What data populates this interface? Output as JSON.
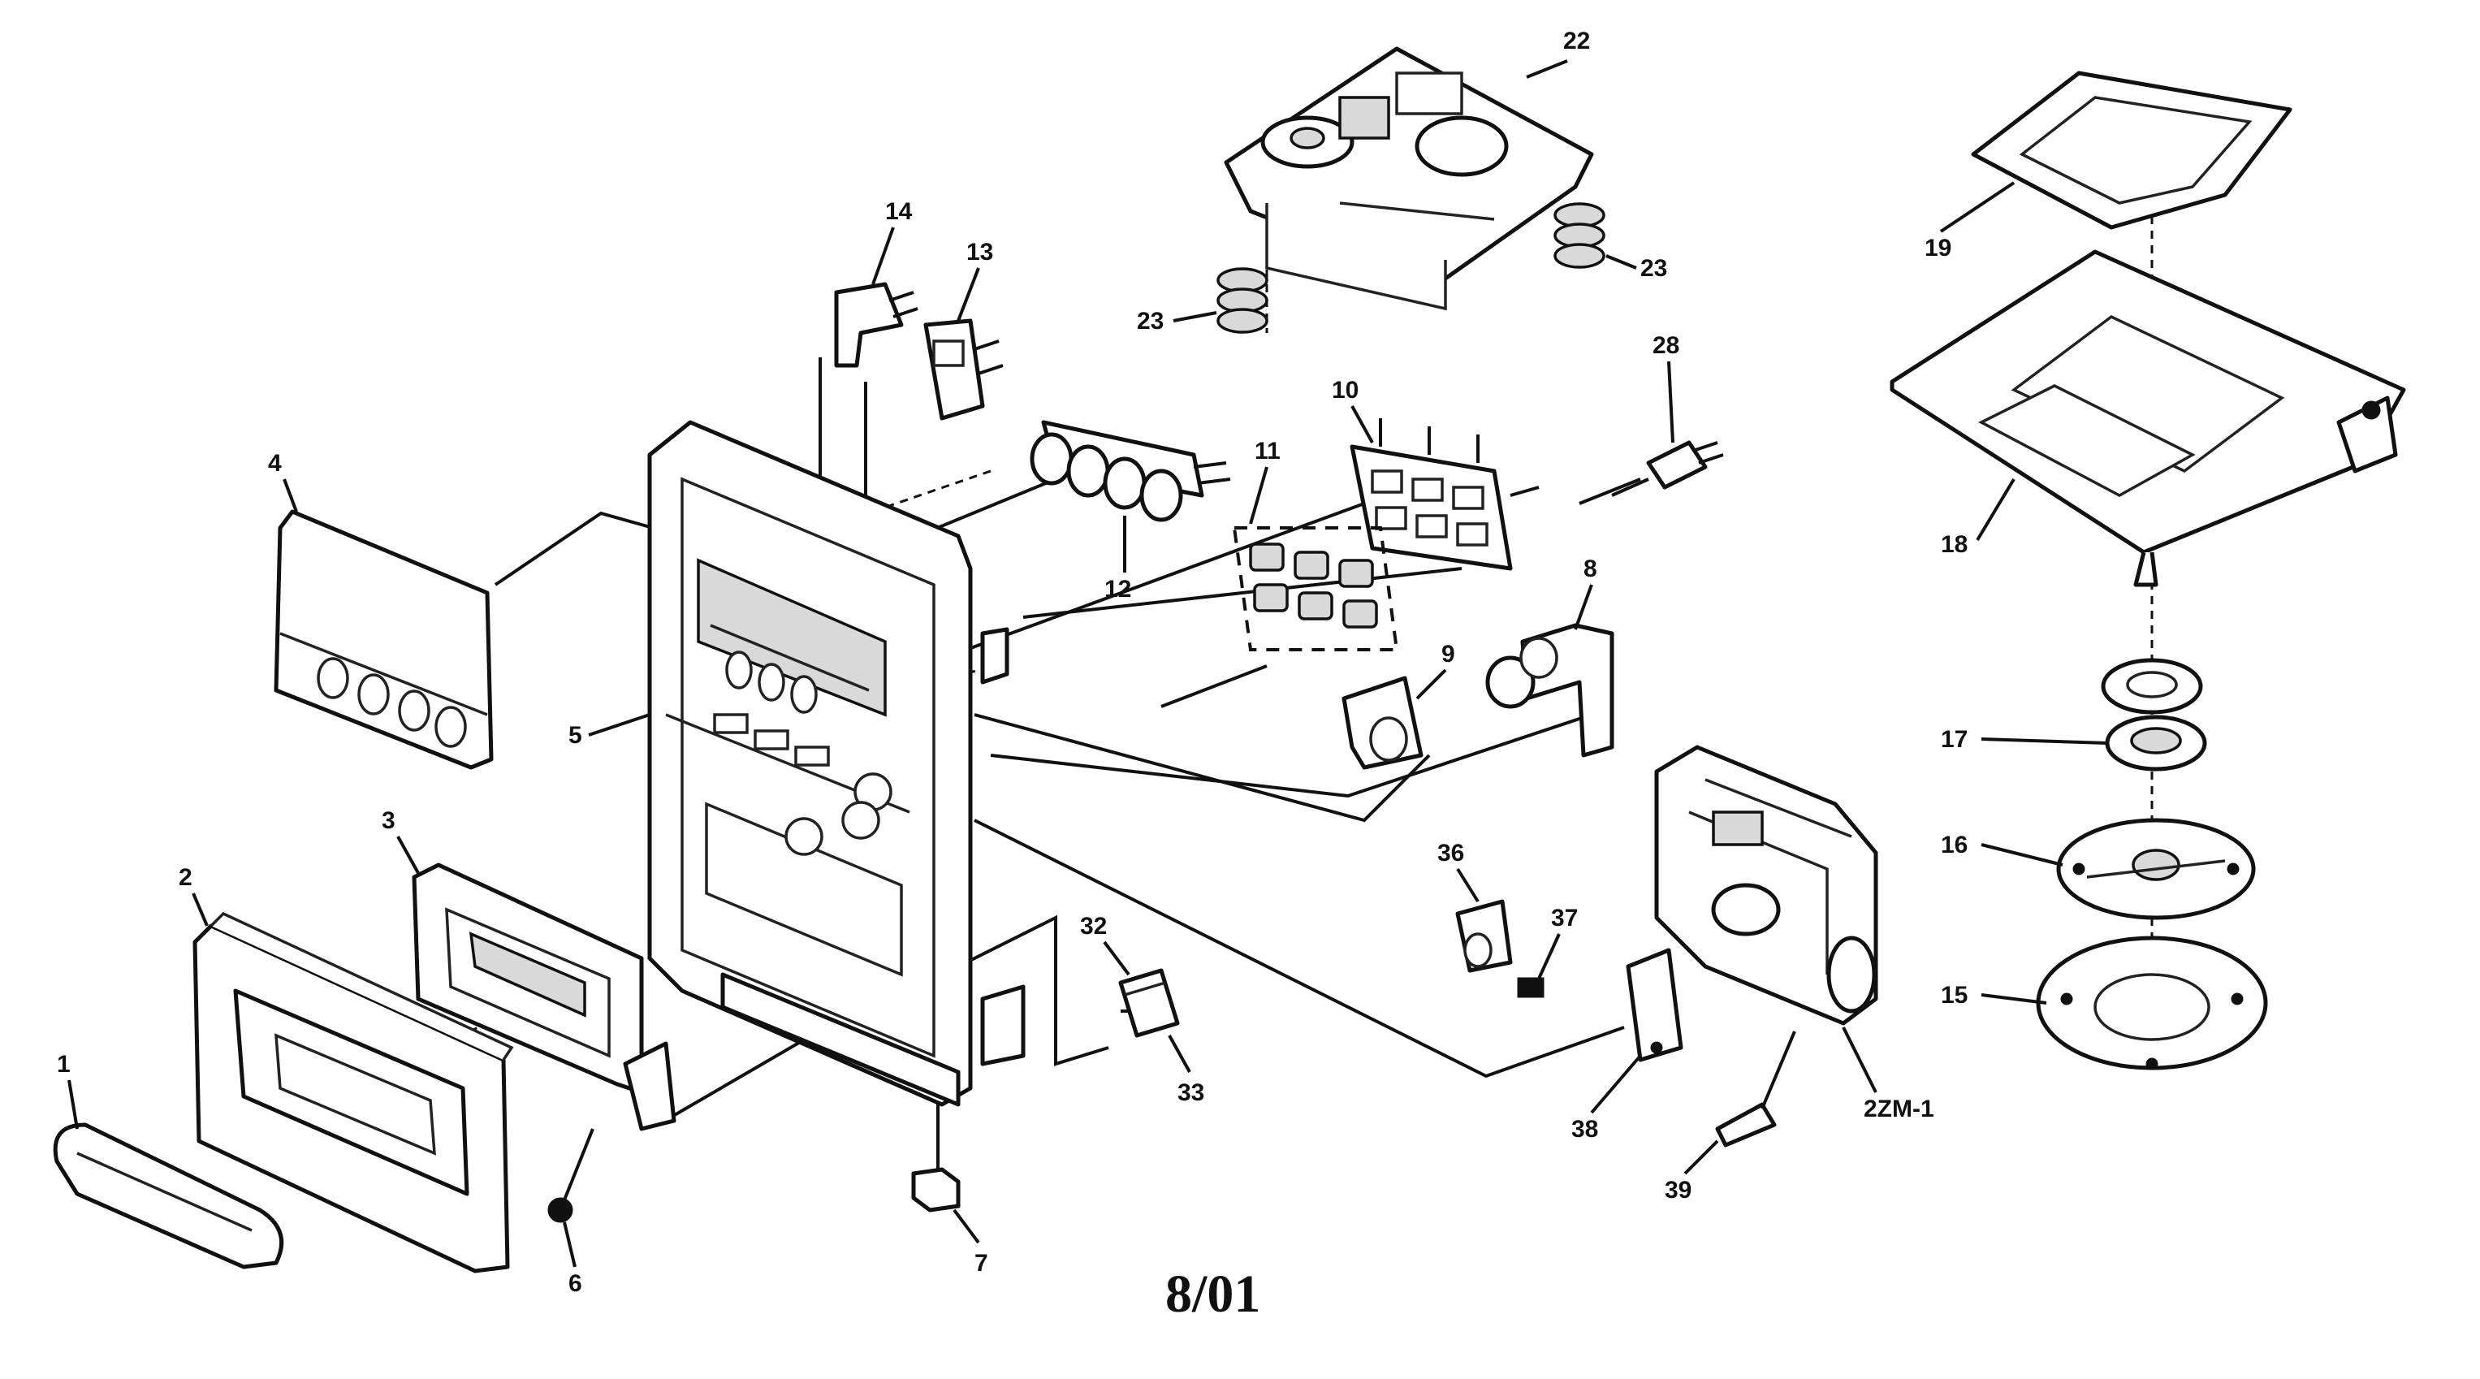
{
  "footer": {
    "date": "8/01"
  },
  "labels": {
    "p1": "1",
    "p2": "2",
    "p3": "3",
    "p4": "4",
    "p5": "5",
    "p6": "6",
    "p7": "7",
    "p8": "8",
    "p9": "9",
    "p10": "10",
    "p11": "11",
    "p12": "12",
    "p13": "13",
    "p14": "14",
    "p15": "15",
    "p16": "16",
    "p17": "17",
    "p18": "18",
    "p19": "19",
    "p22": "22",
    "p23a": "23",
    "p23b": "23",
    "p28": "28",
    "p32": "32",
    "p33": "33",
    "p36": "36",
    "p37": "37",
    "p38": "38",
    "p39": "39",
    "p2zm": "2ZM-1"
  }
}
